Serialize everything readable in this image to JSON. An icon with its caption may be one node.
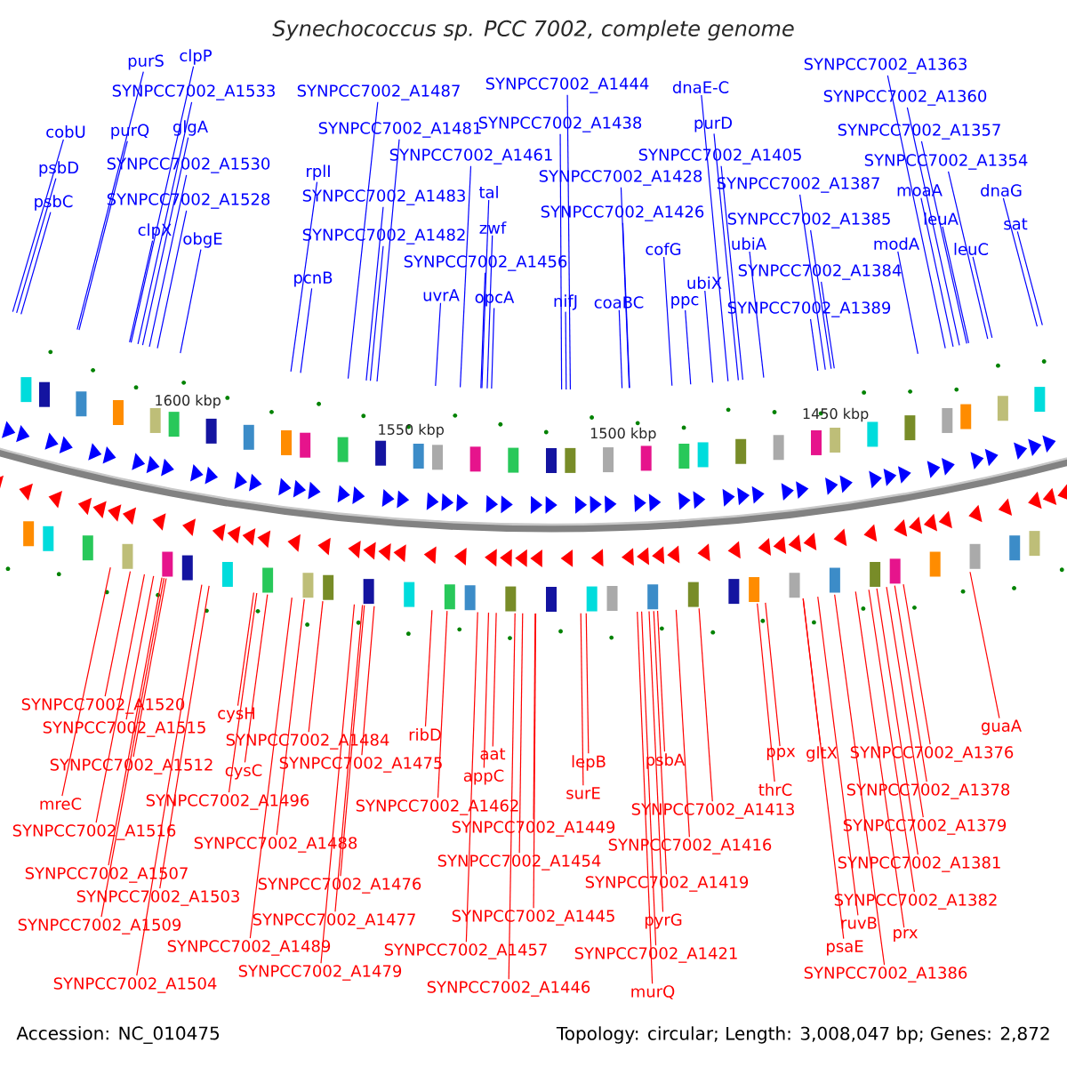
{
  "diagram": {
    "title": "Synechococcus sp. PCC 7002, complete genome",
    "nodes": [
      {
        "text": [
          "purS"
        ]
      },
      {
        "text": [
          "clpP"
        ]
      },
      {
        "text": [
          "SYNPCC7002_A1533"
        ]
      },
      {
        "text": [
          "SYNPCC7002_A1487"
        ]
      },
      {
        "text": [
          "SYNPCC7002_A1444"
        ]
      },
      {
        "text": [
          "dnaE-C"
        ]
      },
      {
        "text": [
          "SYNPCC7002_A1363"
        ]
      },
      {
        "text": [
          "cobU"
        ]
      },
      {
        "text": [
          "purQ"
        ]
      },
      {
        "text": [
          "glgA"
        ]
      },
      {
        "text": [
          "SYNPCC7002_A1481"
        ]
      },
      {
        "text": [
          "SYNPCC7002_A1461"
        ]
      },
      {
        "text": [
          "SYNPCC7002_A1438"
        ]
      },
      {
        "text": [
          "purD"
        ]
      },
      {
        "text": [
          "SYNPCC7002_A1360"
        ]
      },
      {
        "text": [
          "SYNPCC7002_A1357"
        ]
      },
      {
        "text": [
          "psbD"
        ]
      },
      {
        "text": [
          "SYNPCC7002_A1530"
        ]
      },
      {
        "text": [
          "rplI"
        ]
      },
      {
        "text": [
          "SYNPCC7002_A1483"
        ]
      },
      {
        "text": [
          "tal"
        ]
      },
      {
        "text": [
          "SYNPCC7002_A1428"
        ]
      },
      {
        "text": [
          "SYNPCC7002_A1405"
        ]
      },
      {
        "text": [
          "SYNPCC7002_A1387"
        ]
      },
      {
        "text": [
          "SYNPCC7002_A1354"
        ]
      },
      {
        "text": [
          "moaA"
        ]
      },
      {
        "text": [
          "dnaG"
        ]
      },
      {
        "text": [
          "psbC"
        ]
      },
      {
        "text": [
          "SYNPCC7002_A1528"
        ]
      },
      {
        "text": [
          "SYNPCC7002_A1482"
        ]
      },
      {
        "text": [
          "zwf"
        ]
      },
      {
        "text": [
          "SYNPCC7002_A1426"
        ]
      },
      {
        "text": [
          "SYNPCC7002_A1385"
        ]
      },
      {
        "text": [
          "leuA"
        ]
      },
      {
        "text": [
          "sat"
        ]
      },
      {
        "text": [
          "clpX"
        ]
      },
      {
        "text": [
          "obgE"
        ]
      },
      {
        "text": [
          "SYNPCC7002_A1456"
        ]
      },
      {
        "text": [
          "cofG"
        ]
      },
      {
        "text": [
          "ubiA"
        ]
      },
      {
        "text": [
          "modA"
        ]
      },
      {
        "text": [
          "leuC"
        ]
      },
      {
        "text": [
          "uvrA"
        ]
      },
      {
        "text": [
          "pcnB"
        ]
      },
      {
        "text": [
          "opcA"
        ]
      },
      {
        "text": [
          "ubiX"
        ]
      },
      {
        "text": [
          "SYNPCC7002_A1384"
        ]
      },
      {
        "text": [
          "nifJ"
        ]
      },
      {
        "text": [
          "coaBC"
        ]
      },
      {
        "text": [
          "ppc"
        ]
      },
      {
        "text": [
          "SYNPCC7002_A1389"
        ]
      },
      {
        "text": [
          "SYNPCC7002_A1520"
        ]
      },
      {
        "text": [
          "cysH"
        ]
      },
      {
        "text": [
          "SYNPCC7002_A1515"
        ]
      },
      {
        "text": [
          "SYNPCC7002_A1484"
        ]
      },
      {
        "text": [
          "ribD"
        ]
      },
      {
        "text": [
          "aat"
        ]
      },
      {
        "text": [
          "SYNPCC7002_A1512"
        ]
      },
      {
        "text": [
          "cysC"
        ]
      },
      {
        "text": [
          "SYNPCC7002_A1475"
        ]
      },
      {
        "text": [
          "appC"
        ]
      },
      {
        "text": [
          "mreC"
        ]
      },
      {
        "text": [
          "SYNPCC7002_A1496"
        ]
      },
      {
        "text": [
          "SYNPCC7002_A1462"
        ]
      },
      {
        "text": [
          "SYNPCC7002_A1516"
        ]
      },
      {
        "text": [
          "SYNPCC7002_A1488"
        ]
      },
      {
        "text": [
          "SYNPCC7002_A1449"
        ]
      },
      {
        "text": [
          "SYNPCC7002_A1454"
        ]
      },
      {
        "text": [
          "SYNPCC7002_A1507"
        ]
      },
      {
        "text": [
          "SYNPCC7002_A1503"
        ]
      },
      {
        "text": [
          "SYNPCC7002_A1476"
        ]
      },
      {
        "text": [
          "SYNPCC7002_A1509"
        ]
      },
      {
        "text": [
          "SYNPCC7002_A1477"
        ]
      },
      {
        "text": [
          "SYNPCC7002_A1445"
        ]
      },
      {
        "text": [
          "SYNPCC7002_A1489"
        ]
      },
      {
        "text": [
          "SYNPCC7002_A1457"
        ]
      },
      {
        "text": [
          "SYNPCC7002_A1479"
        ]
      },
      {
        "text": [
          "SYNPCC7002_A1504"
        ]
      },
      {
        "text": [
          "SYNPCC7002_A1446"
        ]
      },
      {
        "text": [
          "guaA"
        ]
      },
      {
        "text": [
          "lepB"
        ]
      },
      {
        "text": [
          "psbA"
        ]
      },
      {
        "text": [
          "ppx"
        ]
      },
      {
        "text": [
          "gltX"
        ]
      },
      {
        "text": [
          "SYNPCC7002_A1376"
        ]
      },
      {
        "text": [
          "surE"
        ]
      },
      {
        "text": [
          "thrC"
        ]
      },
      {
        "text": [
          "SYNPCC7002_A1378"
        ]
      },
      {
        "text": [
          "SYNPCC7002_A1413"
        ]
      },
      {
        "text": [
          "SYNPCC7002_A1379"
        ]
      },
      {
        "text": [
          "SYNPCC7002_A1416"
        ]
      },
      {
        "text": [
          "SYNPCC7002_A1381"
        ]
      },
      {
        "text": [
          "SYNPCC7002_A1419"
        ]
      },
      {
        "text": [
          "SYNPCC7002_A1382"
        ]
      },
      {
        "text": [
          "pyrG"
        ]
      },
      {
        "text": [
          "ruvB"
        ]
      },
      {
        "text": [
          "prx"
        ]
      },
      {
        "text": [
          "SYNPCC7002_A1421"
        ]
      },
      {
        "text": [
          "psaE"
        ]
      },
      {
        "text": [
          "SYNPCC7002_A1386"
        ]
      },
      {
        "text": [
          "murQ"
        ]
      }
    ],
    "edges": [
      {
        "from": 0,
        "to": null,
        "arrow": "none",
        "color": "#0000ff"
      },
      {
        "from": 1,
        "to": null,
        "arrow": "none",
        "color": "#0000ff"
      },
      {
        "from": 2,
        "to": null,
        "arrow": "none",
        "color": "#0000ff"
      },
      {
        "from": 3,
        "to": null,
        "arrow": "none",
        "color": "#0000ff"
      },
      {
        "from": 4,
        "to": null,
        "arrow": "none",
        "color": "#0000ff"
      },
      {
        "from": 5,
        "to": null,
        "arrow": "none",
        "color": "#0000ff"
      },
      {
        "from": 6,
        "to": null,
        "arrow": "none",
        "color": "#0000ff"
      },
      {
        "from": 7,
        "to": null,
        "arrow": "none",
        "color": "#0000ff"
      },
      {
        "from": 8,
        "to": null,
        "arrow": "none",
        "color": "#0000ff"
      },
      {
        "from": 9,
        "to": null,
        "arrow": "none",
        "color": "#0000ff"
      },
      {
        "from": 10,
        "to": null,
        "arrow": "none",
        "color": "#0000ff"
      },
      {
        "from": 11,
        "to": null,
        "arrow": "none",
        "color": "#0000ff"
      },
      {
        "from": 12,
        "to": null,
        "arrow": "none",
        "color": "#0000ff"
      },
      {
        "from": 13,
        "to": null,
        "arrow": "none",
        "color": "#0000ff"
      },
      {
        "from": 14,
        "to": null,
        "arrow": "none",
        "color": "#0000ff"
      },
      {
        "from": 15,
        "to": null,
        "arrow": "none",
        "color": "#0000ff"
      },
      {
        "from": 16,
        "to": null,
        "arrow": "none",
        "color": "#0000ff"
      },
      {
        "from": 17,
        "to": null,
        "arrow": "none",
        "color": "#0000ff"
      },
      {
        "from": 18,
        "to": null,
        "arrow": "none",
        "color": "#0000ff"
      },
      {
        "from": 19,
        "to": null,
        "arrow": "none",
        "color": "#0000ff"
      },
      {
        "from": 20,
        "to": null,
        "arrow": "none",
        "color": "#0000ff"
      },
      {
        "from": 21,
        "to": null,
        "arrow": "none",
        "color": "#0000ff"
      },
      {
        "from": 22,
        "to": null,
        "arrow": "none",
        "color": "#0000ff"
      },
      {
        "from": 23,
        "to": null,
        "arrow": "none",
        "color": "#0000ff"
      },
      {
        "from": 24,
        "to": null,
        "arrow": "none",
        "color": "#0000ff"
      },
      {
        "from": 25,
        "to": null,
        "arrow": "none",
        "color": "#0000ff"
      },
      {
        "from": 26,
        "to": null,
        "arrow": "none",
        "color": "#0000ff"
      },
      {
        "from": 27,
        "to": null,
        "arrow": "none",
        "color": "#0000ff"
      },
      {
        "from": 28,
        "to": null,
        "arrow": "none",
        "color": "#0000ff"
      },
      {
        "from": 29,
        "to": null,
        "arrow": "none",
        "color": "#0000ff"
      },
      {
        "from": 30,
        "to": null,
        "arrow": "none",
        "color": "#0000ff"
      },
      {
        "from": 31,
        "to": null,
        "arrow": "none",
        "color": "#0000ff"
      },
      {
        "from": 32,
        "to": null,
        "arrow": "none",
        "color": "#0000ff"
      },
      {
        "from": 33,
        "to": null,
        "arrow": "none",
        "color": "#0000ff"
      },
      {
        "from": 34,
        "to": null,
        "arrow": "none",
        "color": "#0000ff"
      },
      {
        "from": 35,
        "to": null,
        "arrow": "none",
        "color": "#0000ff"
      },
      {
        "from": 36,
        "to": null,
        "arrow": "none",
        "color": "#0000ff"
      },
      {
        "from": 37,
        "to": null,
        "arrow": "none",
        "color": "#0000ff"
      },
      {
        "from": 38,
        "to": null,
        "arrow": "none",
        "color": "#0000ff"
      },
      {
        "from": 39,
        "to": null,
        "arrow": "none",
        "color": "#0000ff"
      },
      {
        "from": 40,
        "to": null,
        "arrow": "none",
        "color": "#0000ff"
      },
      {
        "from": 41,
        "to": null,
        "arrow": "none",
        "color": "#0000ff"
      },
      {
        "from": 42,
        "to": null,
        "arrow": "none",
        "color": "#0000ff"
      },
      {
        "from": 43,
        "to": null,
        "arrow": "none",
        "color": "#0000ff"
      },
      {
        "from": 44,
        "to": null,
        "arrow": "none",
        "color": "#0000ff"
      },
      {
        "from": 45,
        "to": null,
        "arrow": "none",
        "color": "#0000ff"
      },
      {
        "from": 46,
        "to": null,
        "arrow": "none",
        "color": "#0000ff"
      },
      {
        "from": 47,
        "to": null,
        "arrow": "none",
        "color": "#0000ff"
      },
      {
        "from": 48,
        "to": null,
        "arrow": "none",
        "color": "#0000ff"
      },
      {
        "from": 49,
        "to": null,
        "arrow": "none",
        "color": "#0000ff"
      },
      {
        "from": 50,
        "to": null,
        "arrow": "none",
        "color": "#0000ff"
      },
      {
        "from": 51,
        "to": null,
        "arrow": "none",
        "color": "#ff0000"
      },
      {
        "from": 52,
        "to": null,
        "arrow": "none",
        "color": "#ff0000"
      },
      {
        "from": 53,
        "to": null,
        "arrow": "none",
        "color": "#ff0000"
      },
      {
        "from": 54,
        "to": null,
        "arrow": "none",
        "color": "#ff0000"
      },
      {
        "from": 55,
        "to": null,
        "arrow": "none",
        "color": "#ff0000"
      },
      {
        "from": 56,
        "to": null,
        "arrow": "none",
        "color": "#ff0000"
      },
      {
        "from": 57,
        "to": null,
        "arrow": "none",
        "color": "#ff0000"
      },
      {
        "from": 58,
        "to": null,
        "arrow": "none",
        "color": "#ff0000"
      },
      {
        "from": 59,
        "to": null,
        "arrow": "none",
        "color": "#ff0000"
      },
      {
        "from": 60,
        "to": null,
        "arrow": "none",
        "color": "#ff0000"
      },
      {
        "from": 61,
        "to": null,
        "arrow": "none",
        "color": "#ff0000"
      },
      {
        "from": 62,
        "to": null,
        "arrow": "none",
        "color": "#ff0000"
      },
      {
        "from": 63,
        "to": null,
        "arrow": "none",
        "color": "#ff0000"
      },
      {
        "from": 64,
        "to": null,
        "arrow": "none",
        "color": "#ff0000"
      },
      {
        "from": 65,
        "to": null,
        "arrow": "none",
        "color": "#ff0000"
      },
      {
        "from": 66,
        "to": null,
        "arrow": "none",
        "color": "#ff0000"
      },
      {
        "from": 67,
        "to": null,
        "arrow": "none",
        "color": "#ff0000"
      },
      {
        "from": 68,
        "to": null,
        "arrow": "none",
        "color": "#ff0000"
      },
      {
        "from": 69,
        "to": null,
        "arrow": "none",
        "color": "#ff0000"
      },
      {
        "from": 70,
        "to": null,
        "arrow": "none",
        "color": "#ff0000"
      },
      {
        "from": 71,
        "to": null,
        "arrow": "none",
        "color": "#ff0000"
      },
      {
        "from": 72,
        "to": null,
        "arrow": "none",
        "color": "#ff0000"
      },
      {
        "from": 73,
        "to": null,
        "arrow": "none",
        "color": "#ff0000"
      },
      {
        "from": 74,
        "to": null,
        "arrow": "none",
        "color": "#ff0000"
      },
      {
        "from": 75,
        "to": null,
        "arrow": "none",
        "color": "#ff0000"
      },
      {
        "from": 76,
        "to": null,
        "arrow": "none",
        "color": "#ff0000"
      },
      {
        "from": 77,
        "to": null,
        "arrow": "none",
        "color": "#ff0000"
      },
      {
        "from": 78,
        "to": null,
        "arrow": "none",
        "color": "#ff0000"
      },
      {
        "from": 79,
        "to": null,
        "arrow": "none",
        "color": "#ff0000"
      },
      {
        "from": 80,
        "to": null,
        "arrow": "none",
        "color": "#ff0000"
      },
      {
        "from": 81,
        "to": null,
        "arrow": "none",
        "color": "#ff0000"
      },
      {
        "from": 82,
        "to": null,
        "arrow": "none",
        "color": "#ff0000"
      },
      {
        "from": 83,
        "to": null,
        "arrow": "none",
        "color": "#ff0000"
      },
      {
        "from": 84,
        "to": null,
        "arrow": "none",
        "color": "#ff0000"
      },
      {
        "from": 85,
        "to": null,
        "arrow": "none",
        "color": "#ff0000"
      },
      {
        "from": 86,
        "to": null,
        "arrow": "none",
        "color": "#ff0000"
      },
      {
        "from": 87,
        "to": null,
        "arrow": "none",
        "color": "#ff0000"
      },
      {
        "from": 88,
        "to": null,
        "arrow": "none",
        "color": "#ff0000"
      },
      {
        "from": 89,
        "to": null,
        "arrow": "none",
        "color": "#ff0000"
      },
      {
        "from": 90,
        "to": null,
        "arrow": "none",
        "color": "#ff0000"
      },
      {
        "from": 91,
        "to": null,
        "arrow": "none",
        "color": "#ff0000"
      },
      {
        "from": 92,
        "to": null,
        "arrow": "none",
        "color": "#ff0000"
      },
      {
        "from": 93,
        "to": null,
        "arrow": "none",
        "color": "#ff0000"
      },
      {
        "from": 94,
        "to": null,
        "arrow": "none",
        "color": "#ff0000"
      },
      {
        "from": 95,
        "to": null,
        "arrow": "none",
        "color": "#ff0000"
      },
      {
        "from": 96,
        "to": null,
        "arrow": "none",
        "color": "#ff0000"
      },
      {
        "from": 97,
        "to": null,
        "arrow": "none",
        "color": "#ff0000"
      },
      {
        "from": 98,
        "to": null,
        "arrow": "none",
        "color": "#ff0000"
      },
      {
        "from": 99,
        "to": null,
        "arrow": "none",
        "color": "#ff0000"
      },
      {
        "from": 100,
        "to": null,
        "arrow": "none",
        "color": "#ff0000"
      }
    ],
    "labels": [
      "1600 kbp",
      "1550 kbp",
      "1500 kbp",
      "1450 kbp",
      "Accession: NC_010475",
      "Topology: circular; Length: 3,008,047 bp; Genes: 2,872"
    ]
  }
}
